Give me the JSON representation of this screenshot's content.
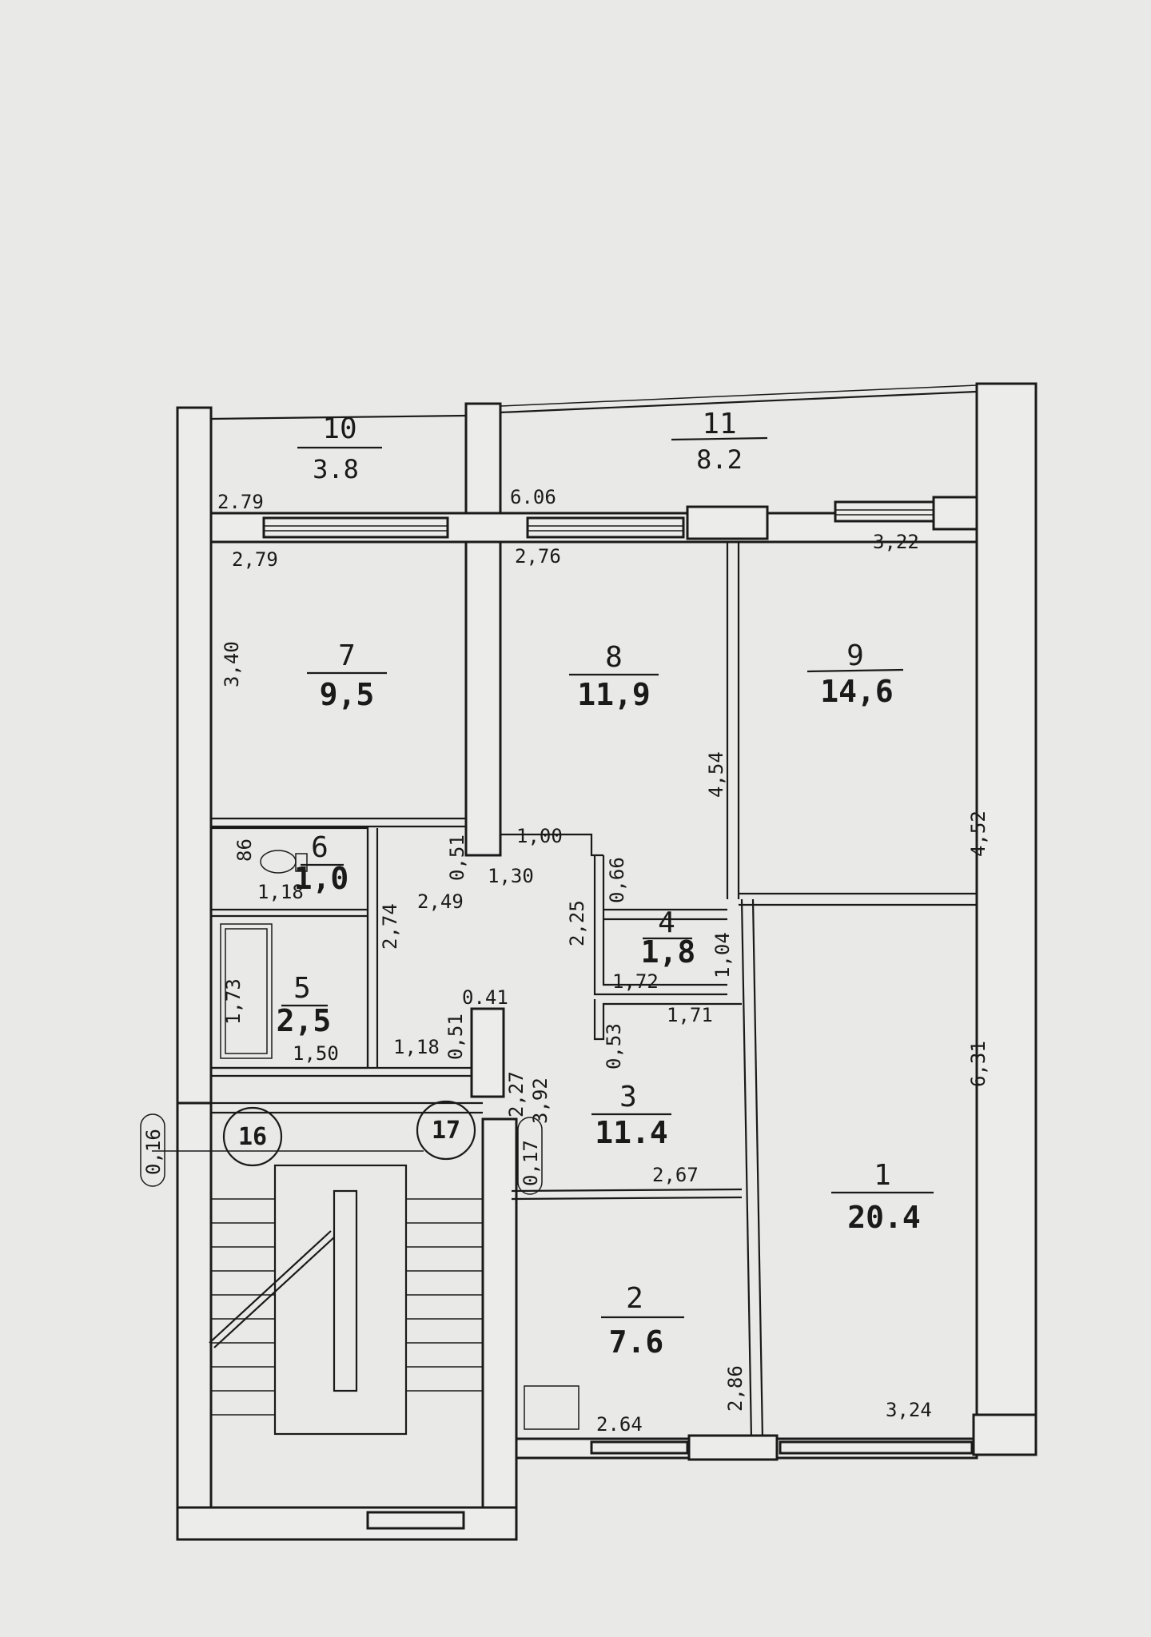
{
  "rooms": [
    {
      "id": "1",
      "number": "1",
      "area": "20.4"
    },
    {
      "id": "2",
      "number": "2",
      "area": "7.6"
    },
    {
      "id": "3",
      "number": "3",
      "area": "11.4"
    },
    {
      "id": "4",
      "number": "4",
      "area": "1,8"
    },
    {
      "id": "5",
      "number": "5",
      "area": "2,5"
    },
    {
      "id": "6",
      "number": "6",
      "area": "1,0"
    },
    {
      "id": "7",
      "number": "7",
      "area": "9,5"
    },
    {
      "id": "8",
      "number": "8",
      "area": "11,9"
    },
    {
      "id": "9",
      "number": "9",
      "area": "14,6"
    },
    {
      "id": "10",
      "number": "10",
      "area": "3.8"
    },
    {
      "id": "11",
      "number": "11",
      "area": "8.2"
    }
  ],
  "dimensions": {
    "balcony_left_width": "2.79",
    "balcony_right_width": "6.06",
    "room7_width": "2,79",
    "room7_depth": "3,40",
    "room8_width": "2,76",
    "room8_depth": "4,54",
    "room9_width": "3,22",
    "room9_depth": "4,52",
    "wc_depth": "86",
    "wc_width": "1,18",
    "bath_depth": "1,73",
    "bath_width": "1,50",
    "hall_height": "2,74",
    "hall_width_top": "2,49",
    "hall_stub_top": "0,51",
    "hall_width_mid": "1,30",
    "hall_niche": "1,00",
    "hall_step": "0,66",
    "hall_depth": "2,25",
    "closet_depth": "1,04",
    "closet_width": "1,72",
    "room3_width_top": "1,71",
    "room3_step": "0,53",
    "hall_bottom_width": "1,18",
    "hall_stub_bottom": "0,51",
    "hall_corner": "0.41",
    "room3_wall_a": "2,27",
    "room3_wall_b": "3,92",
    "room3_width": "2,67",
    "room2_width": "2.64",
    "room2_depth": "2,86",
    "room1_width": "3,24",
    "room1_depth": "6,31"
  },
  "axes": [
    {
      "id": "16",
      "label": "16",
      "offset": "0,16"
    },
    {
      "id": "17",
      "label": "17",
      "offset": "0,17"
    }
  ]
}
